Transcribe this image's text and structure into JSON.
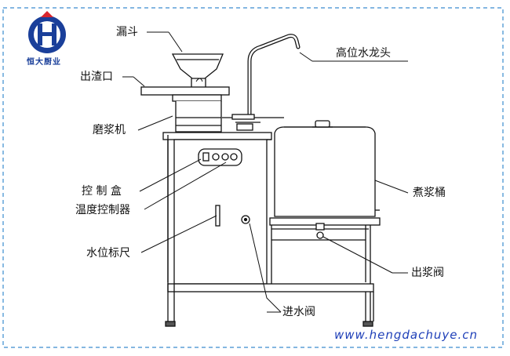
{
  "brand": {
    "name": "恒大厨业",
    "logo_colors": {
      "blue": "#1a3f9a",
      "red": "#d9262e"
    }
  },
  "labels": {
    "funnel": "漏斗",
    "residue_outlet": "出渣口",
    "grinder": "磨浆机",
    "control_box": "控 制 盒",
    "temp_controller": "温度控制器",
    "water_level_gauge": "水位标尺",
    "faucet": "高位水龙头",
    "boiling_bucket": "煮浆桶",
    "slurry_valve": "出浆阀",
    "inlet_valve": "进水阀"
  },
  "website": "www.hengdachuye.cn",
  "colors": {
    "border": "#3a8ccf",
    "url": "#1e3fb8",
    "line": "#111111"
  }
}
